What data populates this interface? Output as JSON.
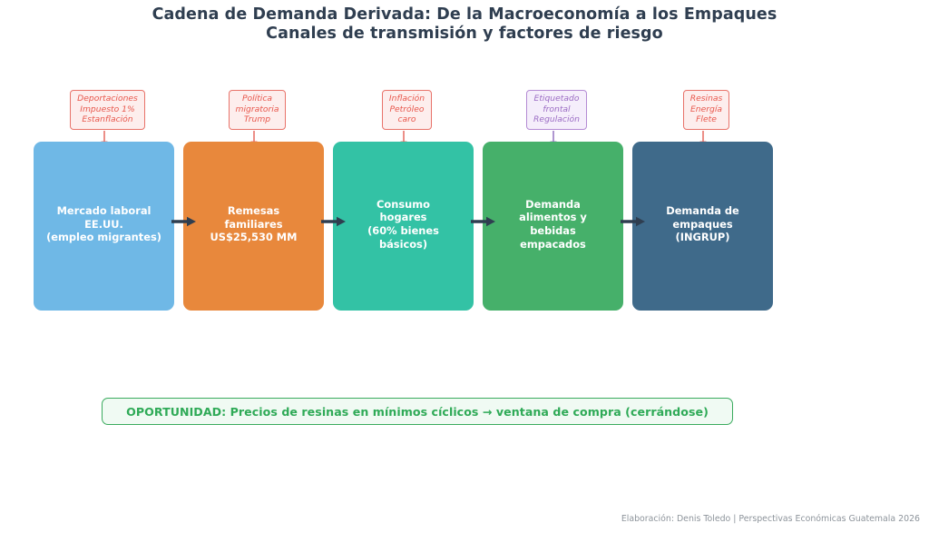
{
  "title": {
    "line1": "Cadena de Demanda Derivada: De la Macroeconomía a los Empaques",
    "line2": "Canales de transmisión y factores de riesgo"
  },
  "colors": {
    "background": "#ffffff",
    "title_text": "#2f3e50",
    "risk_red_border": "#e8736a",
    "risk_red_fill": "#fdeeed",
    "risk_red_text": "#e8574c",
    "risk_purple_border": "#b48bd4",
    "risk_purple_fill": "#f5eefb",
    "risk_purple_text": "#9b6cc4",
    "arrow_dark": "#2f3e50",
    "opportunity_border": "#3aab5e",
    "opportunity_fill": "#f0faf3",
    "opportunity_text": "#2faa57",
    "footer_text": "#8d949b"
  },
  "risk_factors": [
    {
      "id": "riesgo-mercado-laboral",
      "text": "Deportaciones\nImpuesto 1%\nEstanflación",
      "accent": "red"
    },
    {
      "id": "riesgo-remesas",
      "text": "Política\nmigratoria\nTrump",
      "accent": "red"
    },
    {
      "id": "riesgo-consumo",
      "text": "Inflación\nPetróleo\ncaro",
      "accent": "red"
    },
    {
      "id": "riesgo-demanda-alimentos",
      "text": "Etiquetado\nfrontal\nRegulación",
      "accent": "purple"
    },
    {
      "id": "riesgo-demanda-empaques",
      "text": "Resinas\nEnergía\nFlete",
      "accent": "red"
    }
  ],
  "chain": [
    {
      "id": "mercado-laboral-eeuu",
      "label": "Mercado laboral\nEE.UU.\n(empleo migrantes)",
      "color": "#6fb8e6"
    },
    {
      "id": "remesas-familiares",
      "label": "Remesas\nfamiliares\nUS$25,530 MM",
      "color": "#e8883c"
    },
    {
      "id": "consumo-hogares",
      "label": "Consumo\nhogares\n(60% bienes\nbásicos)",
      "color": "#33c2a5"
    },
    {
      "id": "demanda-alimentos-bebidas",
      "label": "Demanda\nalimentos y\nbebidas\nempacados",
      "color": "#46b06a"
    },
    {
      "id": "demanda-empaques-ingrup",
      "label": "Demanda de\nempaques\n(INGRUP)",
      "color": "#3f6a8a"
    }
  ],
  "opportunity": {
    "text": "OPORTUNIDAD: Precios de resinas en mínimos cíclicos → ventana de compra (cerrándose)"
  },
  "footer": {
    "text": "Elaboración: Denis Toledo | Perspectivas Económicas Guatemala 2026"
  },
  "chart_data": {
    "type": "diagram",
    "subtype": "flow-chain",
    "title": "Cadena de Demanda Derivada: De la Macroeconomía a los Empaques",
    "subtitle": "Canales de transmisión y factores de riesgo",
    "nodes": [
      {
        "order": 1,
        "label": "Mercado laboral EE.UU. (empleo migrantes)",
        "color": "#6fb8e6",
        "risks": [
          "Deportaciones",
          "Impuesto 1%",
          "Estanflación"
        ]
      },
      {
        "order": 2,
        "label": "Remesas familiares US$25,530 MM",
        "color": "#e8883c",
        "risks": [
          "Política migratoria Trump"
        ]
      },
      {
        "order": 3,
        "label": "Consumo hogares (60% bienes básicos)",
        "color": "#33c2a5",
        "risks": [
          "Inflación",
          "Petróleo caro"
        ]
      },
      {
        "order": 4,
        "label": "Demanda alimentos y bebidas empacados",
        "color": "#46b06a",
        "risks": [
          "Etiquetado frontal",
          "Regulación"
        ]
      },
      {
        "order": 5,
        "label": "Demanda de empaques (INGRUP)",
        "color": "#3f6a8a",
        "risks": [
          "Resinas",
          "Energía",
          "Flete"
        ]
      }
    ],
    "edges": [
      {
        "from": 1,
        "to": 2
      },
      {
        "from": 2,
        "to": 3
      },
      {
        "from": 3,
        "to": 4
      },
      {
        "from": 4,
        "to": 5
      }
    ],
    "annotation": "OPORTUNIDAD: Precios de resinas en mínimos cíclicos → ventana de compra (cerrándose)"
  }
}
